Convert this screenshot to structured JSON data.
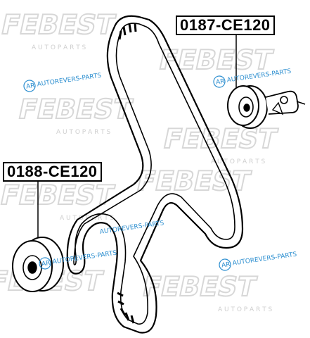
{
  "parts": {
    "tensioner": {
      "part_number": "0187-CE120"
    },
    "idler": {
      "part_number": "0188-CE120"
    }
  },
  "watermark": {
    "brand": "FEBEST",
    "tagline": "A U T O   P A R T S",
    "stamp": "AUTOREVERS-PARTS",
    "stamp_logo": "AR",
    "brand_color": "#d7d7d7",
    "stamp_color": "#2d8fd0"
  }
}
